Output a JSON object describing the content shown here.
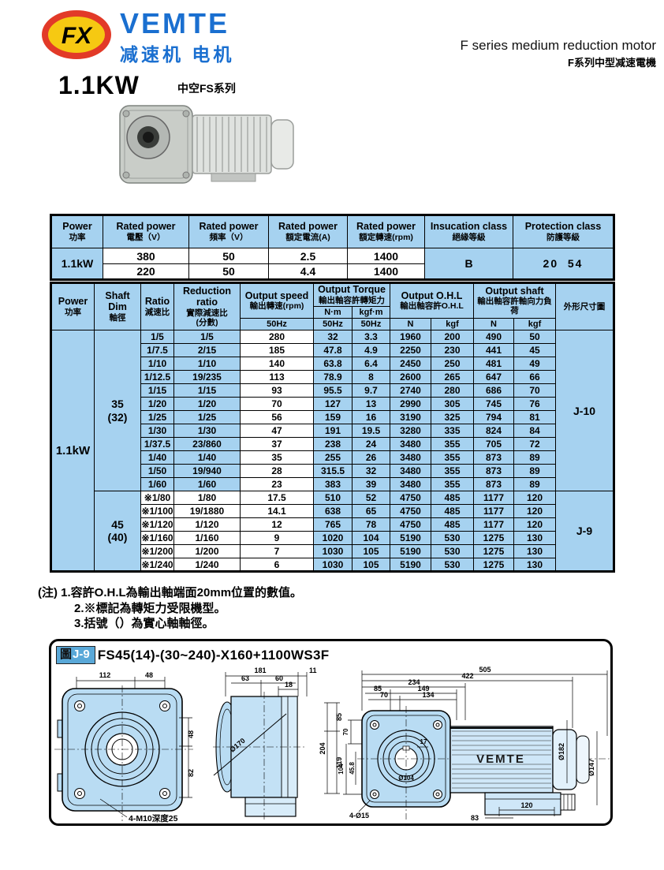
{
  "header": {
    "brand": "VEMTE",
    "brand_sub": "减速机 电机",
    "monogram": "FX",
    "title_en": "F series medium reduction motor",
    "title_zh": "F系列中型减速電機"
  },
  "product": {
    "power": "1.1KW",
    "series": "中空FS系列"
  },
  "colors": {
    "table_blue": "#a6d2f0",
    "brand_blue": "#1a6fd0",
    "logo_red": "#e23a28",
    "logo_yellow": "#f6c912",
    "drawing_blue": "#b9dcf3"
  },
  "table1": {
    "headers": [
      {
        "en": "Power",
        "zh": "功率"
      },
      {
        "en": "Rated power",
        "zh": "電壓（V）"
      },
      {
        "en": "Rated power",
        "zh": "頻率（V）"
      },
      {
        "en": "Rated power",
        "zh": "額定電流(A)"
      },
      {
        "en": "Rated power",
        "zh": "額定轉速(rpm)"
      },
      {
        "en": "Insucation class",
        "zh": "絕緣等級"
      },
      {
        "en": "Protection class",
        "zh": "防護等級"
      }
    ],
    "power": "1.1kW",
    "rows": [
      [
        "380",
        "50",
        "2.5",
        "1400"
      ],
      [
        "220",
        "50",
        "4.4",
        "1400"
      ]
    ],
    "insulation": "B",
    "protection": "20  54"
  },
  "table2": {
    "header": {
      "power_en": "Power",
      "power_zh": "功率",
      "shaft_en": "Shaft Dim",
      "shaft_zh": "軸徑",
      "ratio_en": "Ratio",
      "ratio_zh": "減速比",
      "reduction_en": "Reduction ratio",
      "reduction_zh": "實際減速比",
      "reduction_zh2": "(分數)",
      "speed_en": "Output speed",
      "speed_zh": "輸出轉速(rpm)",
      "speed_hz": "50Hz",
      "torque_en": "Output Torque",
      "torque_zh": "輸出軸容許轉矩力",
      "torque_u1": "N·m",
      "torque_u2": "kgf·m",
      "torque_hz1": "50Hz",
      "torque_hz2": "50Hz",
      "ohl_en": "Output O.H.L",
      "ohl_zh": "輸出軸容許O.H.L",
      "ohl_u1": "N",
      "ohl_u2": "kgf",
      "axial_en": "Output shaft",
      "axial_zh": "輸出軸容許軸向力負荷",
      "axial_u1": "N",
      "axial_u2": "kgf",
      "outline_zh": "外形尺寸圖"
    },
    "power": "1.1kW",
    "groups": [
      {
        "shaft_dim": "35",
        "shaft_paren": "(32)",
        "outline": "J-10",
        "ratio_white": false,
        "rows": [
          [
            "1/5",
            "1/5",
            "280",
            "32",
            "3.3",
            "1960",
            "200",
            "490",
            "50"
          ],
          [
            "1/7.5",
            "2/15",
            "185",
            "47.8",
            "4.9",
            "2250",
            "230",
            "441",
            "45"
          ],
          [
            "1/10",
            "1/10",
            "140",
            "63.8",
            "6.4",
            "2450",
            "250",
            "481",
            "49"
          ],
          [
            "1/12.5",
            "19/235",
            "113",
            "78.9",
            "8",
            "2600",
            "265",
            "647",
            "66"
          ],
          [
            "1/15",
            "1/15",
            "93",
            "95.5",
            "9.7",
            "2740",
            "280",
            "686",
            "70"
          ],
          [
            "1/20",
            "1/20",
            "70",
            "127",
            "13",
            "2990",
            "305",
            "745",
            "76"
          ],
          [
            "1/25",
            "1/25",
            "56",
            "159",
            "16",
            "3190",
            "325",
            "794",
            "81"
          ],
          [
            "1/30",
            "1/30",
            "47",
            "191",
            "19.5",
            "3280",
            "335",
            "824",
            "84"
          ],
          [
            "1/37.5",
            "23/860",
            "37",
            "238",
            "24",
            "3480",
            "355",
            "705",
            "72"
          ],
          [
            "1/40",
            "1/40",
            "35",
            "255",
            "26",
            "3480",
            "355",
            "873",
            "89"
          ],
          [
            "1/50",
            "19/940",
            "28",
            "315.5",
            "32",
            "3480",
            "355",
            "873",
            "89"
          ],
          [
            "1/60",
            "1/60",
            "23",
            "383",
            "39",
            "3480",
            "355",
            "873",
            "89"
          ]
        ]
      },
      {
        "shaft_dim": "45",
        "shaft_paren": "(40)",
        "outline": "J-9",
        "ratio_white": true,
        "rows": [
          [
            "※1/80",
            "1/80",
            "17.5",
            "510",
            "52",
            "4750",
            "485",
            "1177",
            "120"
          ],
          [
            "※1/100",
            "19/1880",
            "14.1",
            "638",
            "65",
            "4750",
            "485",
            "1177",
            "120"
          ],
          [
            "※1/120",
            "1/120",
            "12",
            "765",
            "78",
            "4750",
            "485",
            "1177",
            "120"
          ],
          [
            "※1/160",
            "1/160",
            "9",
            "1020",
            "104",
            "5190",
            "530",
            "1275",
            "130"
          ],
          [
            "※1/200",
            "1/200",
            "7",
            "1030",
            "105",
            "5190",
            "530",
            "1275",
            "130"
          ],
          [
            "※1/240",
            "1/240",
            "6",
            "1030",
            "105",
            "5190",
            "530",
            "1275",
            "130"
          ]
        ]
      }
    ]
  },
  "notes": {
    "prefix": "(注)",
    "items": [
      "1.容許O.H.L為輸出軸端面20mm位置的數值。",
      "2.※標記為轉矩力受限機型。",
      "3.括號（）為實心軸軸徑。"
    ]
  },
  "drawing": {
    "badge_prefix": "圖",
    "badge_code": "J-9",
    "title": "FS45(14)-(30~240)-X160+1100WS3F",
    "front": {
      "top_left": "112",
      "top_right": "48",
      "right_upper": "48",
      "right_lower": "82",
      "tap": "4-M10深度25"
    },
    "side": {
      "overall": "181",
      "seg_a": "63",
      "seg_b": "60",
      "seg_c": "18",
      "seg_d": "11",
      "bore": "Ø170",
      "r_top": "85",
      "r_overall": "204",
      "r_bottom": "119"
    },
    "assembly": {
      "overall": "505",
      "len_motor": "422",
      "len_gear": "234",
      "a": "85",
      "b": "149",
      "c": "70",
      "d": "134",
      "left_top": "70",
      "left_mid": "104",
      "left_low": "45.8",
      "center_17": "17",
      "hub": "Ø104",
      "holes": "4-Ø15",
      "brand": "VEMTE",
      "dia_motor": "Ø182",
      "dia_cap": "Ø147",
      "bottom_a": "83",
      "bottom_b": "120"
    }
  }
}
